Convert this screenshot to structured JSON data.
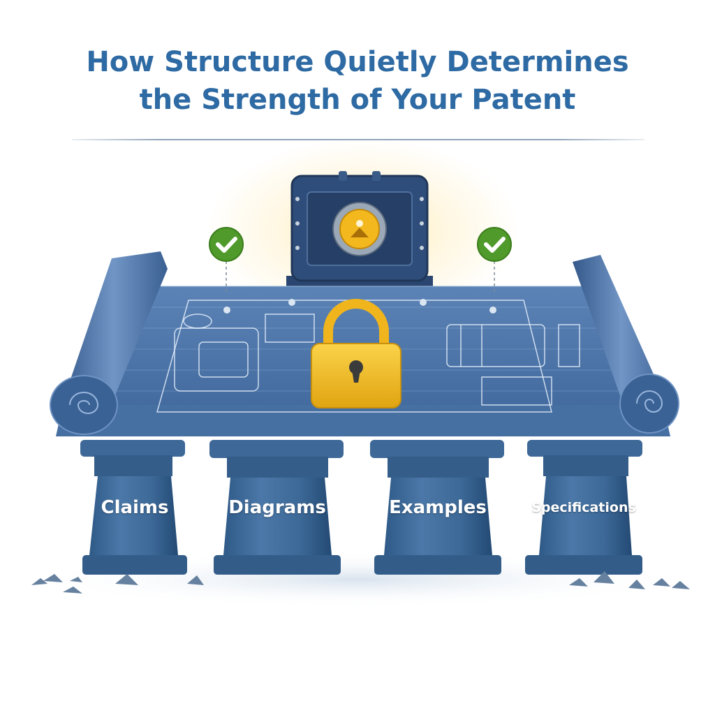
{
  "title": {
    "line1": "How Structure Quietly Determines",
    "line2": "the Strength of Your Patent"
  },
  "illustration": {
    "top_element": "vault-safe",
    "center_element": "padlock",
    "base_element": "blueprint-scroll",
    "check_marks": 2
  },
  "pillars": [
    {
      "label": "Claims"
    },
    {
      "label": "Diagrams"
    },
    {
      "label": "Examples"
    },
    {
      "label": "Specifications"
    }
  ],
  "colors": {
    "title": "#2e6aa3",
    "blueprint": "#4a73a6",
    "pillar": "#3a6696",
    "vault": "#2f4d7a",
    "padlock": "#f2b81e",
    "check": "#4f9a2a"
  }
}
